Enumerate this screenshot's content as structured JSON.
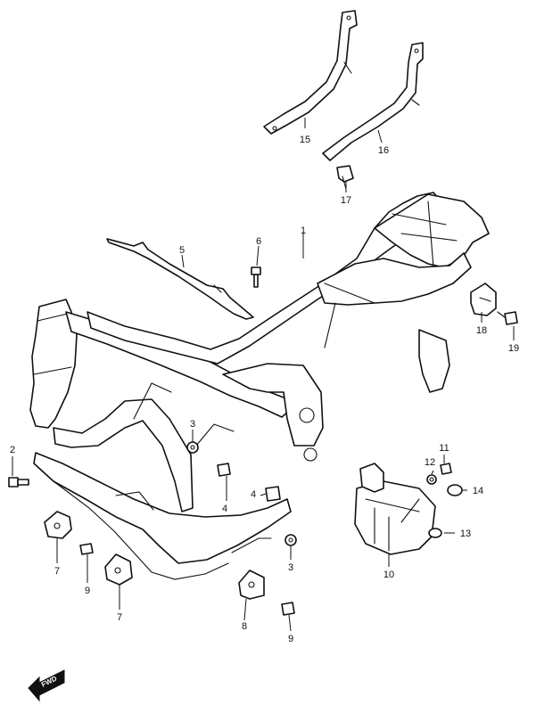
{
  "callouts": {
    "p1": "1",
    "p2": "2",
    "p3a": "3",
    "p3b": "3",
    "p4a": "4",
    "p4b": "4",
    "p5": "5",
    "p6": "6",
    "p7a": "7",
    "p7b": "7",
    "p8": "8",
    "p9a": "9",
    "p9b": "9",
    "p10": "10",
    "p11": "11",
    "p12": "12",
    "p13": "13",
    "p14": "14",
    "p15": "15",
    "p16": "16",
    "p17": "17",
    "p18": "18",
    "p19": "19"
  },
  "fwd_label": "FWD",
  "colors": {
    "line": "#111111",
    "background": "#ffffff"
  }
}
